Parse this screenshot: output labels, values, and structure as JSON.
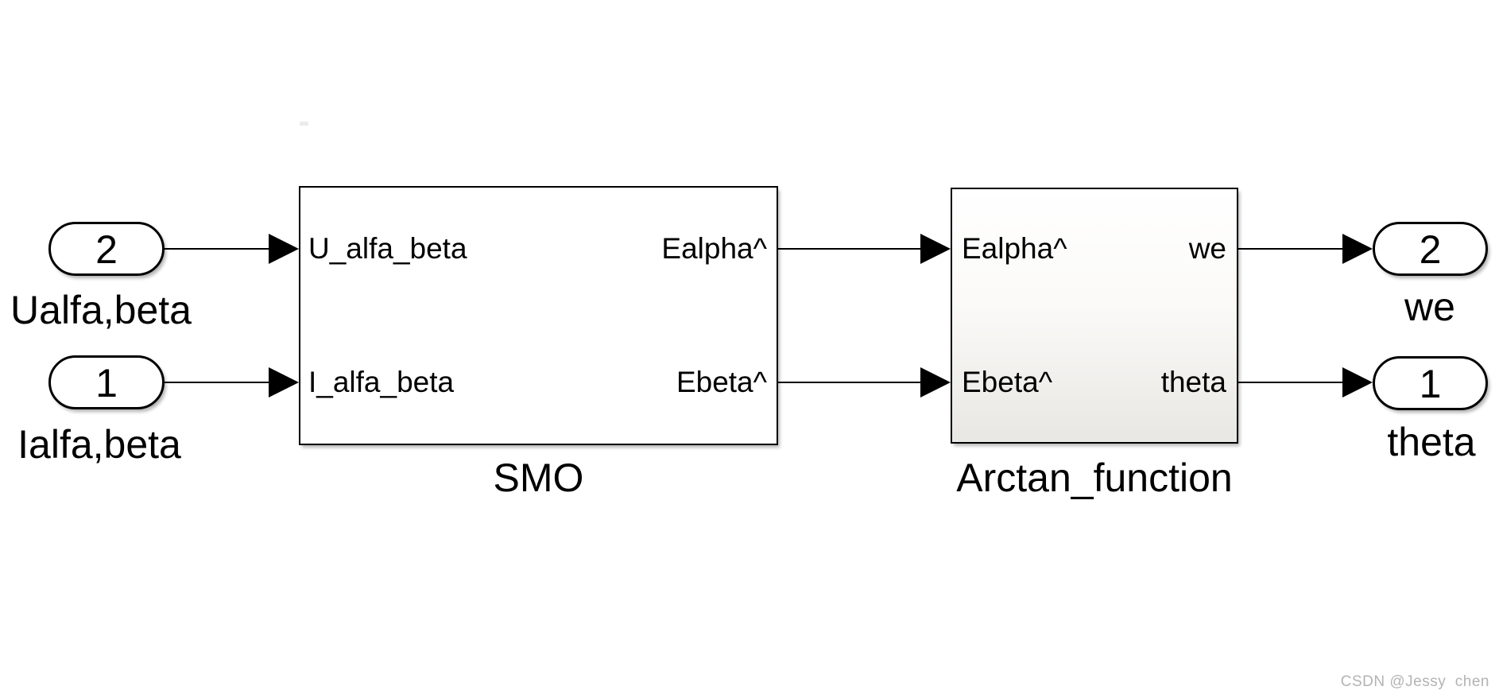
{
  "diagram": {
    "inports": [
      {
        "number": "2",
        "label": "Ualfa,beta"
      },
      {
        "number": "1",
        "label": "Ialfa,beta"
      }
    ],
    "blocks": [
      {
        "name": "SMO",
        "inputs": [
          "U_alfa_beta",
          "I_alfa_beta"
        ],
        "outputs": [
          "Ealpha^",
          "Ebeta^"
        ]
      },
      {
        "name": "Arctan_function",
        "inputs": [
          "Ealpha^",
          "Ebeta^"
        ],
        "outputs": [
          "we",
          "theta"
        ]
      }
    ],
    "outports": [
      {
        "number": "2",
        "label": "we"
      },
      {
        "number": "1",
        "label": "theta"
      }
    ],
    "colors": {
      "line": "#000000",
      "block_fill": "#ffffff",
      "block_gradient_bottom": "#e8e7e3",
      "watermark_text": "#b3b3b3"
    }
  },
  "watermark": {
    "text": "CSDN @Jessy  chen"
  }
}
